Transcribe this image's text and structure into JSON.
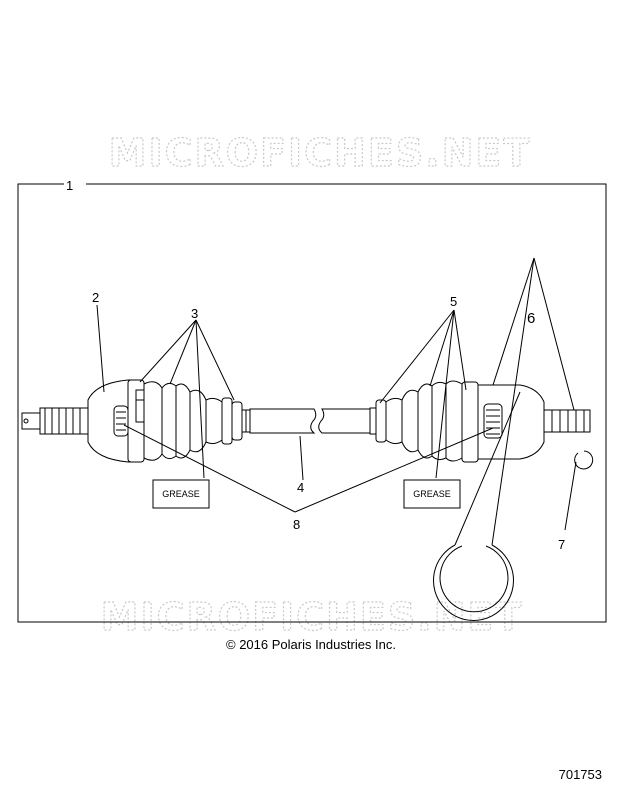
{
  "watermark": "MICROFICHES.NET",
  "callouts": {
    "c1": "1",
    "c2": "2",
    "c3": "3",
    "c4": "4",
    "c5": "5",
    "c6": "6",
    "c7": "7",
    "c8": "8"
  },
  "grease_labels": [
    "GREASE",
    "GREASE"
  ],
  "copyright": "© 2016 Polaris Industries Inc.",
  "part_number": "701753"
}
